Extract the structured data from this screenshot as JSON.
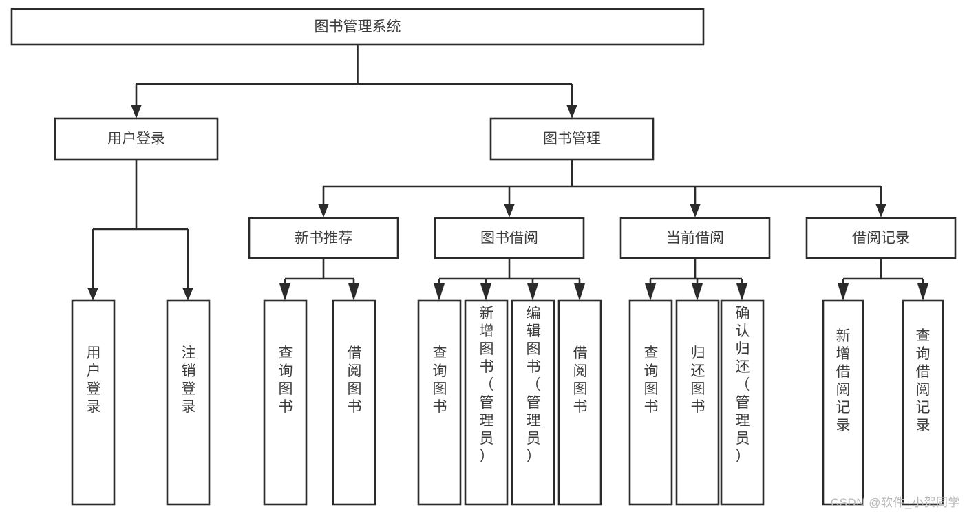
{
  "diagram": {
    "type": "tree-hierarchy",
    "title": "图书管理系统",
    "orientation": "top-down",
    "colors": {
      "stroke": "#2b2b2b",
      "fill": "#ffffff",
      "text": "#3c3c3c",
      "watermark": "#b9b9b9"
    },
    "nodes": {
      "root": {
        "label": "图书管理系统"
      },
      "level2": [
        {
          "id": "user-login",
          "label": "用户登录"
        },
        {
          "id": "book-manage",
          "label": "图书管理"
        }
      ],
      "level3": [
        {
          "id": "new-book-rec",
          "label": "新书推荐"
        },
        {
          "id": "book-borrow",
          "label": "图书借阅"
        },
        {
          "id": "current-borrow",
          "label": "当前借阅"
        },
        {
          "id": "borrow-record",
          "label": "借阅记录"
        }
      ],
      "leaves": {
        "user-login": [
          {
            "id": "leaf-user-login",
            "label": "用户登录"
          },
          {
            "id": "leaf-logout",
            "label": "注销登录"
          }
        ],
        "new-book-rec": [
          {
            "id": "leaf-query-book-1",
            "label": "查询图书"
          },
          {
            "id": "leaf-borrow-book-1",
            "label": "借阅图书"
          }
        ],
        "book-borrow": [
          {
            "id": "leaf-query-book-2",
            "label": "查询图书"
          },
          {
            "id": "leaf-add-book",
            "label": "新增图书（管理员）"
          },
          {
            "id": "leaf-edit-book",
            "label": "编辑图书（管理员）"
          },
          {
            "id": "leaf-borrow-book-2",
            "label": "借阅图书"
          }
        ],
        "current-borrow": [
          {
            "id": "leaf-query-book-3",
            "label": "查询图书"
          },
          {
            "id": "leaf-return-book",
            "label": "归还图书"
          },
          {
            "id": "leaf-confirm-return",
            "label": "确认归还（管理员）"
          }
        ],
        "borrow-record": [
          {
            "id": "leaf-add-record",
            "label": "新增借阅记录"
          },
          {
            "id": "leaf-query-record",
            "label": "查询借阅记录"
          }
        ]
      }
    },
    "edges": [
      {
        "from": "root",
        "to": "user-login"
      },
      {
        "from": "root",
        "to": "book-manage"
      },
      {
        "from": "user-login",
        "to": "leaf-user-login"
      },
      {
        "from": "user-login",
        "to": "leaf-logout"
      },
      {
        "from": "book-manage",
        "to": "new-book-rec"
      },
      {
        "from": "book-manage",
        "to": "book-borrow"
      },
      {
        "from": "book-manage",
        "to": "current-borrow"
      },
      {
        "from": "book-manage",
        "to": "borrow-record"
      },
      {
        "from": "new-book-rec",
        "to": "leaf-query-book-1"
      },
      {
        "from": "new-book-rec",
        "to": "leaf-borrow-book-1"
      },
      {
        "from": "book-borrow",
        "to": "leaf-query-book-2"
      },
      {
        "from": "book-borrow",
        "to": "leaf-add-book"
      },
      {
        "from": "book-borrow",
        "to": "leaf-edit-book"
      },
      {
        "from": "book-borrow",
        "to": "leaf-borrow-book-2"
      },
      {
        "from": "current-borrow",
        "to": "leaf-query-book-3"
      },
      {
        "from": "current-borrow",
        "to": "leaf-return-book"
      },
      {
        "from": "current-borrow",
        "to": "leaf-confirm-return"
      },
      {
        "from": "borrow-record",
        "to": "leaf-add-record"
      },
      {
        "from": "borrow-record",
        "to": "leaf-query-record"
      }
    ]
  },
  "watermark": {
    "text": "CSDN @软件_小贺同学"
  }
}
